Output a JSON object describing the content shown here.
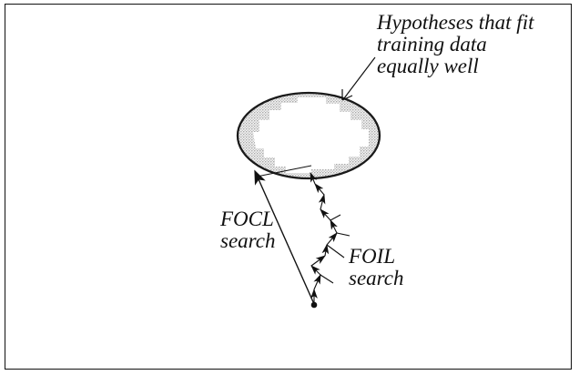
{
  "diagram": {
    "annotation": {
      "lines": [
        "Hypotheses that fit",
        "training data",
        "equally well"
      ]
    },
    "focl_label": {
      "lines": [
        "FOCL",
        "search"
      ]
    },
    "foil_label": {
      "lines": [
        "FOIL",
        "search"
      ]
    }
  }
}
